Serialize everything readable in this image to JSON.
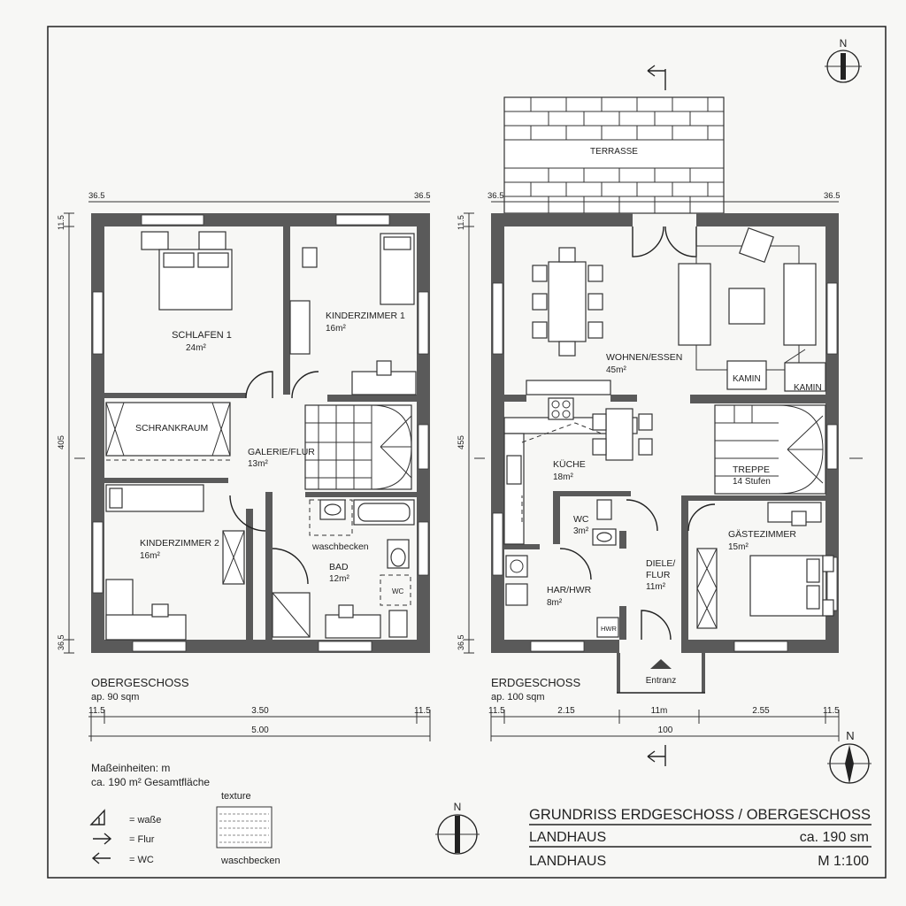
{
  "floors": {
    "upper": {
      "name": "OBERGESCHOSS",
      "area": "ap. 90 sqm",
      "rooms": {
        "schlafen": {
          "name": "SCHLAFEN 1",
          "area": "24m²"
        },
        "kinder1": {
          "name": "KINDERZIMMER 1",
          "area": "16m²"
        },
        "schrank": {
          "name": "SCHRANKRAUM"
        },
        "galerie": {
          "name": "GALERIE/FLUR",
          "area": "13m²"
        },
        "kinder2": {
          "name": "KINDERZIMMER 2",
          "area": "16m²"
        },
        "bad": {
          "name": "BAD",
          "area": "12m²",
          "note": "waschbecken",
          "wc": "WC"
        }
      },
      "dims": {
        "top_left": "36.5",
        "top_right": "36.5",
        "side_top": "11.5",
        "side_mid": "405",
        "side_bot": "36.5",
        "bottom_left": "11.5",
        "bottom_mid": "3.50",
        "bottom_right": "11.5",
        "bottom_total": "5.00"
      }
    },
    "ground": {
      "name": "ERDGESCHOSS",
      "area": "ap. 100 sqm",
      "rooms": {
        "terrasse": {
          "name": "TERRASSE"
        },
        "wohnen": {
          "name": "WOHNEN/ESSEN",
          "area": "45m²"
        },
        "kamin1": {
          "name": "KAMIN"
        },
        "kamin2": {
          "name": "KAMIN"
        },
        "kueche": {
          "name": "KÜCHE",
          "area": "18m²"
        },
        "treppe": {
          "name": "TREPPE",
          "steps": "14 Stufen"
        },
        "wc": {
          "name": "WC",
          "area": "3m²"
        },
        "gaeste": {
          "name": "GÄSTEZIMMER",
          "area": "15m²"
        },
        "diele": {
          "name": "DIELE/",
          "name2": "FLUR",
          "area": "11m²"
        },
        "har": {
          "name": "HAR/HWR",
          "area": "8m²"
        },
        "hwr": {
          "name": "HWR"
        },
        "entranz": {
          "name": "Entranz"
        }
      },
      "dims": {
        "top_left": "36.5",
        "top_right": "36.5",
        "side_top": "11.5",
        "side_mid": "455",
        "side_bot": "36.5",
        "bottom_left": "11.5",
        "b2": "2.15",
        "b3": "11m",
        "b4": "2.55",
        "bottom_right": "11.5",
        "bottom_total": "100"
      }
    }
  },
  "compass_label": "N",
  "legend": {
    "units": "Maßeinheiten: m",
    "total": "ca. 190 m² Gesamtfläche",
    "texture_label": "texture",
    "texture_caption": "waschbecken",
    "items": [
      "= waße",
      "= Flur",
      "= WC"
    ]
  },
  "title_block": {
    "line1": "GRUNDRISS ERDGESCHOSS / OBERGESCHOSS",
    "line2_left": "LANDHAUS",
    "line2_right": "ca. 190 sm",
    "line3_left": "LANDHAUS",
    "line3_right": "M 1:100"
  }
}
